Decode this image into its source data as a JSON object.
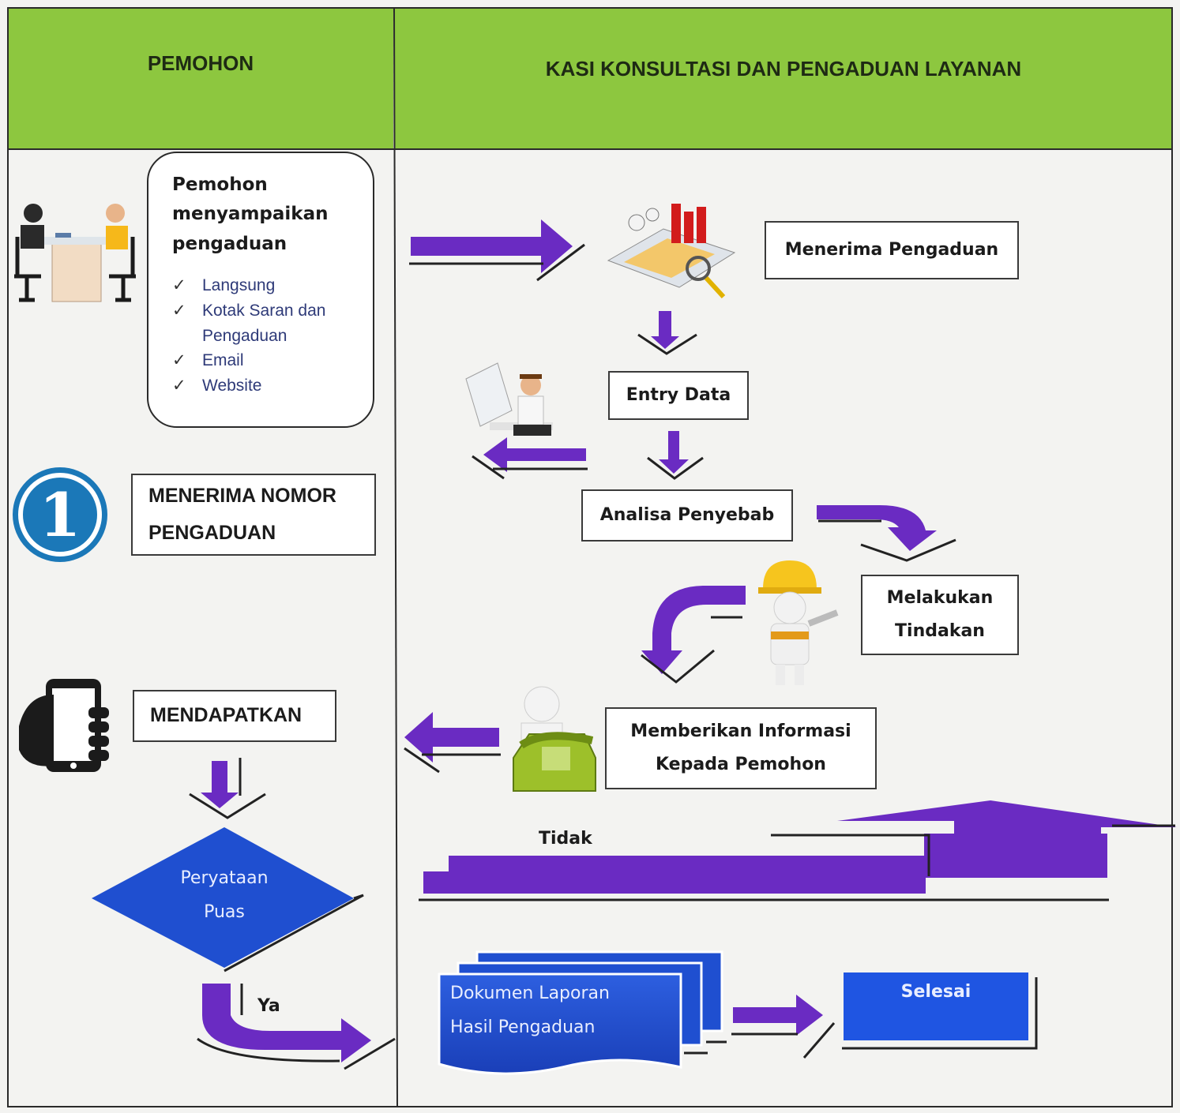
{
  "lanes": {
    "left_header": "PEMOHON",
    "right_header": "KASI KONSULTASI DAN PENGADUAN LAYANAN"
  },
  "submit": {
    "title": "Pemohon menyampaikan pengaduan",
    "channels": [
      "Langsung",
      "Kotak Saran dan Pengaduan",
      "Email",
      "Website"
    ]
  },
  "step_number": "1",
  "boxes": {
    "menerima_nomor": "MENERIMA NOMOR PENGADUAN",
    "mendapatkan": "MENDAPATKAN",
    "menerima_pengaduan": "Menerima Pengaduan",
    "entry_data": "Entry Data",
    "analisa": "Analisa Penyebab",
    "tindakan": "Melakukan Tindakan",
    "informasi": "Memberikan Informasi Kepada Pemohon"
  },
  "decision": "Peryataan Puas",
  "labels": {
    "tidak": "Tidak",
    "ya": "Ya"
  },
  "document": "Dokumen Laporan Hasil Pengaduan",
  "end": "Selesai",
  "colors": {
    "header_green": "#8dc73f",
    "arrow_purple": "#6a2bc2",
    "shape_blue": "#1f4fd0"
  }
}
